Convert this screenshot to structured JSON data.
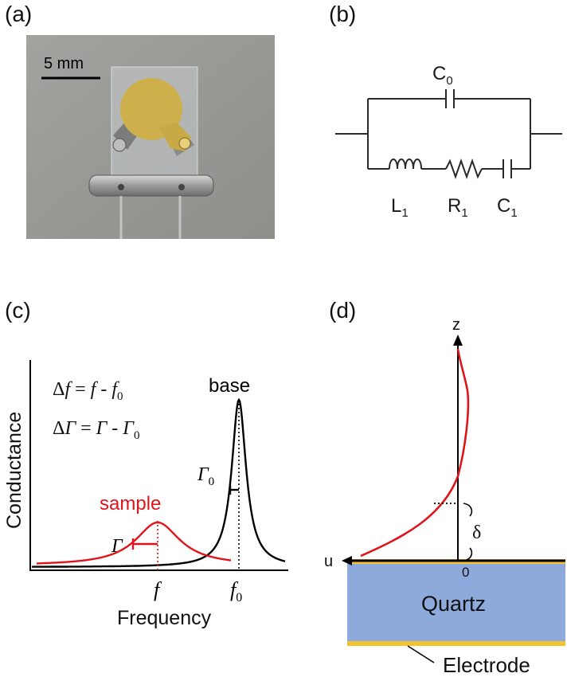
{
  "panels": {
    "a": "(a)",
    "b": "(b)",
    "c": "(c)",
    "d": "(d)"
  },
  "photo": {
    "scale_label": "5 mm",
    "colors": {
      "background": "#9a9a96",
      "electrode": "#cdb04c",
      "metal": "#9c9c9c"
    }
  },
  "circuit": {
    "c0": {
      "sym": "C",
      "sub": "0"
    },
    "l1": {
      "sym": "L",
      "sub": "1"
    },
    "r1": {
      "sym": "R",
      "sub": "1"
    },
    "c1": {
      "sym": "C",
      "sub": "1"
    }
  },
  "conductance": {
    "ylabel": "Conductance",
    "xlabel": "Frequency",
    "eq1": {
      "delta": "Δ",
      "lhs": "f",
      "mid": " = ",
      "a": "f",
      "minus": " - ",
      "b": "f",
      "b_sub": "0"
    },
    "eq2": {
      "delta": "Δ",
      "lhs": "Γ",
      "mid": " = ",
      "a": "Γ",
      "minus": " - ",
      "b": "Γ",
      "b_sub": "0"
    },
    "base_label": "base",
    "sample_label": "sample",
    "gamma0": {
      "sym": "Γ",
      "sub": "0"
    },
    "gamma": "Γ",
    "f_tick": "f",
    "f0_tick": {
      "sym": "f",
      "sub": "0"
    },
    "colors": {
      "base": "#000000",
      "sample": "#e0151b"
    }
  },
  "shear": {
    "z_label": "z",
    "u_label": "u",
    "origin": "0",
    "delta": "δ",
    "quartz": "Quartz",
    "electrode": "Electrode",
    "colors": {
      "wave": "#e0151b",
      "quartz": "#8ea9db",
      "electrode": "#f2c431"
    }
  }
}
